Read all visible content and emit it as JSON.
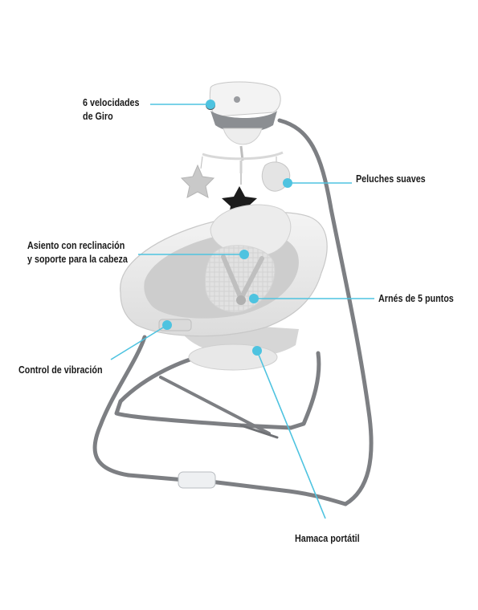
{
  "callouts": {
    "speeds": {
      "line1": "6 velocidades",
      "line2": "de Giro"
    },
    "plush": {
      "text": "Peluches suaves"
    },
    "seat": {
      "line1": "Asiento con reclinación",
      "line2": "y soporte para la cabeza"
    },
    "harness": {
      "text": "Arnés de 5 puntos"
    },
    "vibration": {
      "text": "Control de vibración"
    },
    "bouncer": {
      "text": "Hamaca portátil"
    }
  },
  "colors": {
    "accent": "#4ec3e0",
    "frame": "#7a7c80",
    "fabric": "#e6e6e6"
  }
}
